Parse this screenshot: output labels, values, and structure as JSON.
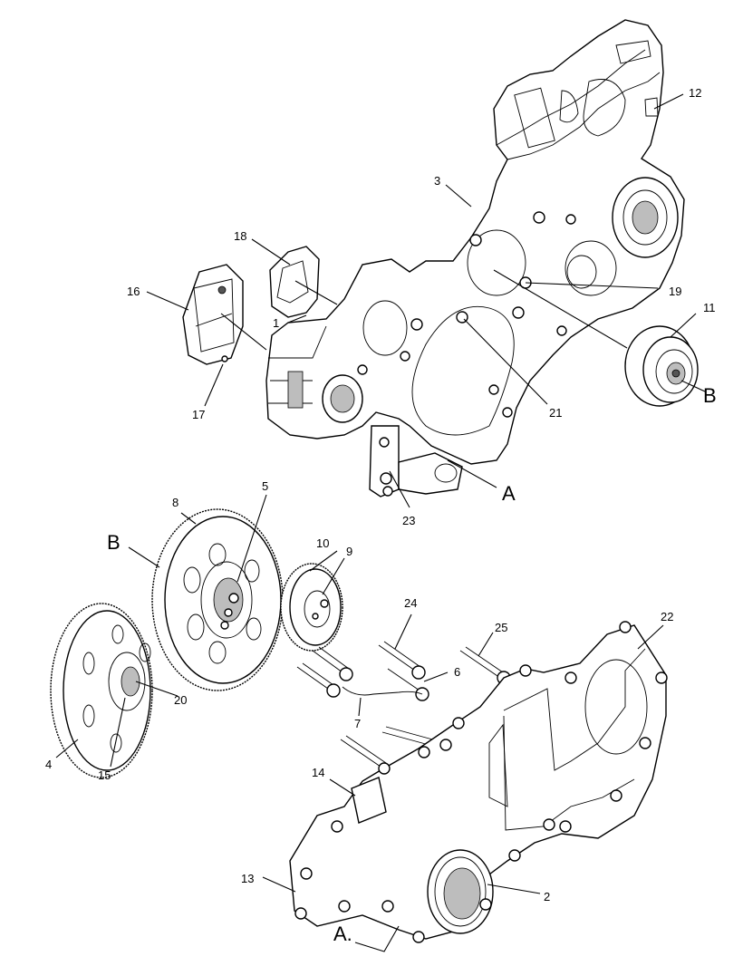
{
  "callouts": {
    "c1": "1",
    "c2": "2",
    "c3": "3",
    "c4": "4",
    "c5": "5",
    "c6": "6",
    "c7": "7",
    "c8": "8",
    "c9": "9",
    "c10": "10",
    "c11": "11",
    "c12": "12",
    "c13": "13",
    "c14": "14",
    "c15": "15",
    "c16": "16",
    "c17": "17",
    "c18": "18",
    "c19": "19",
    "c20": "20",
    "c21": "21",
    "c22": "22",
    "c23": "23",
    "c24": "24",
    "c25": "25",
    "A1": "A",
    "A2": "A.",
    "B1": "B",
    "B2": "B"
  }
}
